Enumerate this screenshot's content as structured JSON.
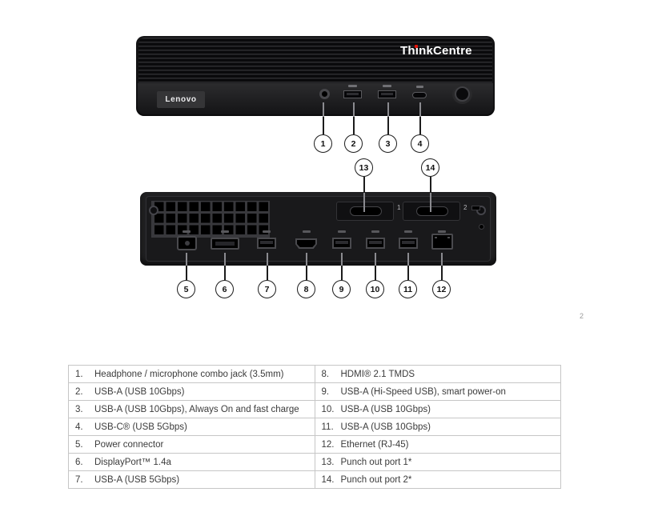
{
  "page": {
    "number": "2"
  },
  "front_view": {
    "brand_logo": "ThinkCentre",
    "device_logo": "Lenovo",
    "callouts": [
      "1",
      "2",
      "3",
      "4"
    ],
    "punch_callouts": [
      "13",
      "14"
    ]
  },
  "back_view": {
    "callouts": [
      "5",
      "6",
      "7",
      "8",
      "9",
      "10",
      "11",
      "12"
    ],
    "punch_port_labels": [
      "1",
      "2"
    ]
  },
  "legend": {
    "rows": [
      {
        "left_num": "1.",
        "left_text": "Headphone / microphone combo jack (3.5mm)",
        "right_num": "8.",
        "right_text": "HDMI® 2.1 TMDS"
      },
      {
        "left_num": "2.",
        "left_text": "USB-A (USB 10Gbps)",
        "right_num": "9.",
        "right_text": "USB-A (Hi-Speed USB), smart power-on"
      },
      {
        "left_num": "3.",
        "left_text": "USB-A (USB 10Gbps), Always On and fast charge",
        "right_num": "10.",
        "right_text": "USB-A (USB 10Gbps)"
      },
      {
        "left_num": "4.",
        "left_text": "USB-C® (USB 5Gbps)",
        "right_num": "11.",
        "right_text": "USB-A (USB 10Gbps)"
      },
      {
        "left_num": "5.",
        "left_text": "Power connector",
        "right_num": "12.",
        "right_text": "Ethernet (RJ-45)"
      },
      {
        "left_num": "6.",
        "left_text": "DisplayPort™ 1.4a",
        "right_num": "13.",
        "right_text": "Punch out port 1*"
      },
      {
        "left_num": "7.",
        "left_text": "USB-A (USB 5Gbps)",
        "right_num": "14.",
        "right_text": "Punch out port 2*"
      }
    ]
  }
}
